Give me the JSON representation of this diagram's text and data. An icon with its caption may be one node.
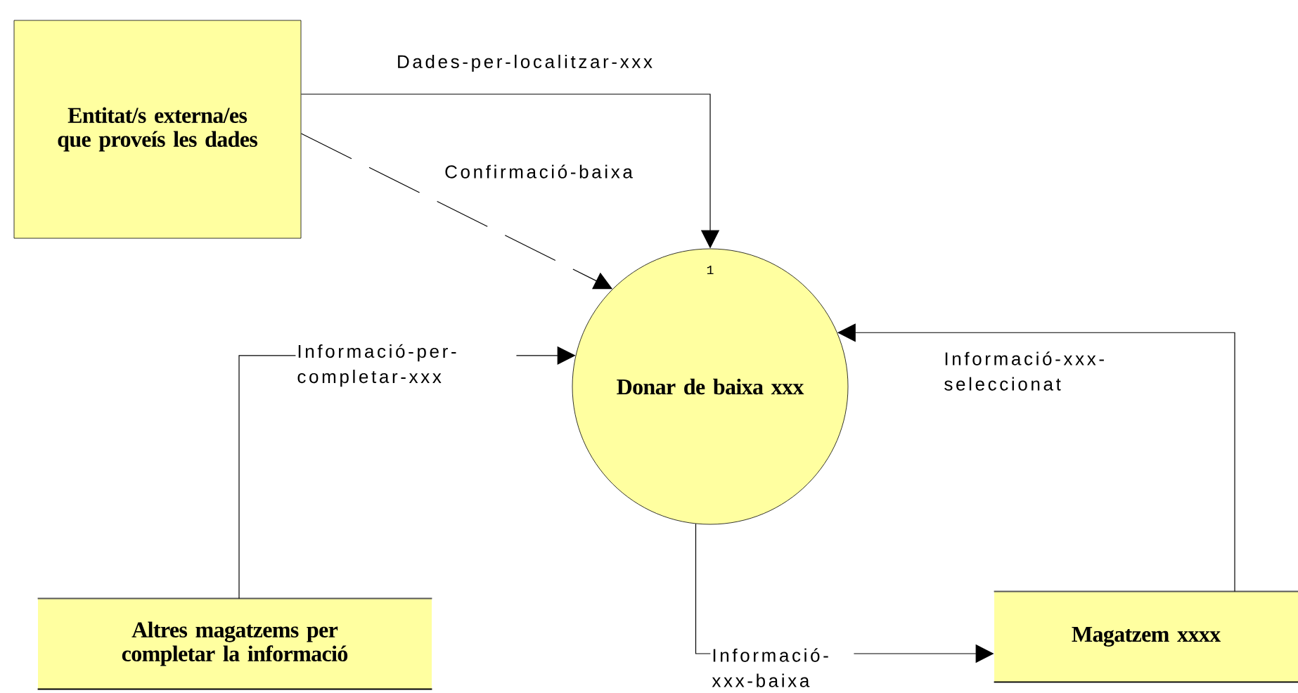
{
  "diagram": {
    "nodes": [
      {
        "text": [
          "Entitat/s externa/es que proveís les dades"
        ]
      },
      {
        "text": [
          "1",
          "Donar de baixa xxx"
        ]
      },
      {
        "text": [
          "Altres magatzems per completar la informació"
        ]
      },
      {
        "text": [
          "Magatzem xxxx"
        ]
      }
    ],
    "edges": [
      {
        "from": 0,
        "to": 1,
        "arrow": "to",
        "label": "Dades-per-localitzar-xxx"
      },
      {
        "from": 0,
        "to": 1,
        "arrow": "to",
        "label": "Confirmació-baixa",
        "style": "dashed"
      },
      {
        "from": 2,
        "to": 1,
        "arrow": "to",
        "label": "Informació-per-completar-xxx"
      },
      {
        "from": 3,
        "to": 1,
        "arrow": "to",
        "label": "Informació-xxx-seleccionat"
      },
      {
        "from": 1,
        "to": 3,
        "arrow": "to",
        "label": "Informació-xxx-baixa"
      }
    ]
  }
}
